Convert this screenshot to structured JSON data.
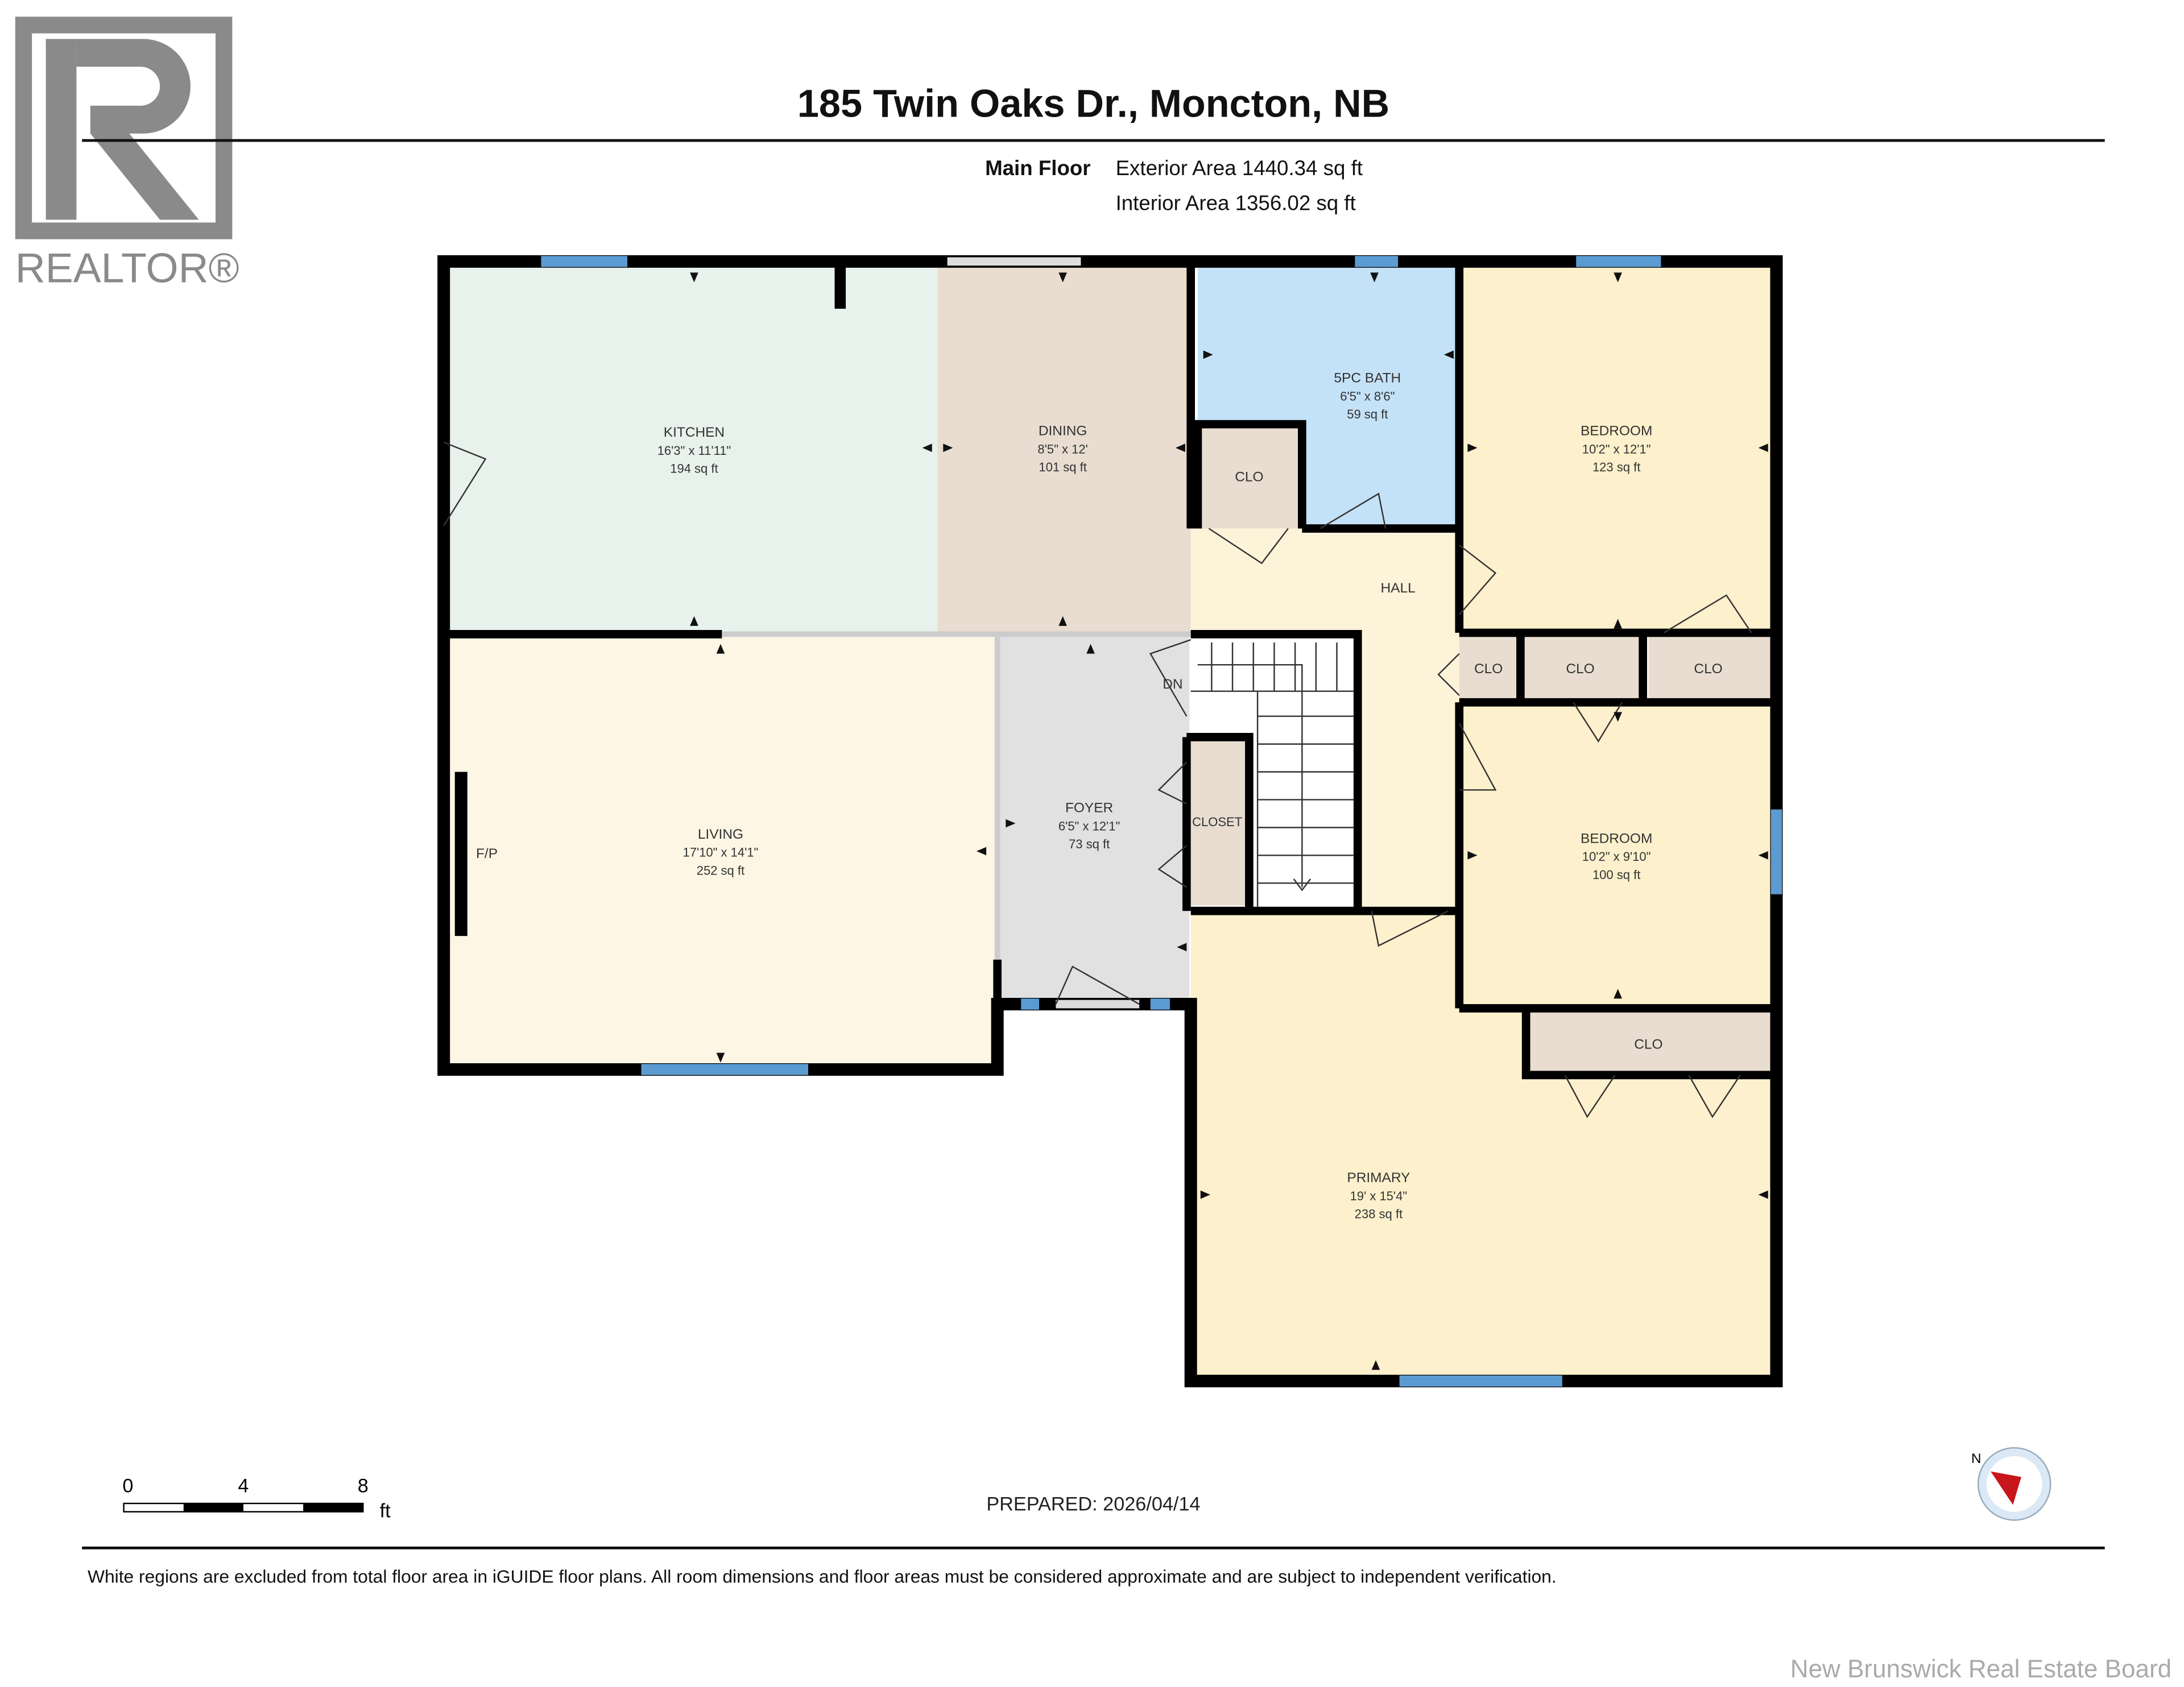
{
  "header": {
    "title": "185 Twin Oaks Dr., Moncton, NB",
    "floor_label": "Main Floor",
    "exterior_area": "Exterior Area 1440.34 sq ft",
    "interior_area": "Interior Area 1356.02 sq ft"
  },
  "logo": {
    "text": "REALTOR®"
  },
  "rooms": {
    "kitchen": {
      "name": "KITCHEN",
      "dims": "16'3\" x 11'11\"",
      "area": "194 sq ft"
    },
    "dining": {
      "name": "DINING",
      "dims": "8'5\" x 12'",
      "area": "101 sq ft"
    },
    "bath": {
      "name": "5PC BATH",
      "dims": "6'5\" x 8'6\"",
      "area": "59 sq ft"
    },
    "bedroom1": {
      "name": "BEDROOM",
      "dims": "10'2\" x 12'1\"",
      "area": "123 sq ft"
    },
    "hall": {
      "name": "HALL"
    },
    "living": {
      "name": "LIVING",
      "dims": "17'10\" x 14'1\"",
      "area": "252 sq ft"
    },
    "foyer": {
      "name": "FOYER",
      "dims": "6'5\" x 12'1\"",
      "area": "73 sq ft"
    },
    "bedroom2": {
      "name": "BEDROOM",
      "dims": "10'2\" x 9'10\"",
      "area": "100 sq ft"
    },
    "primary": {
      "name": "PRIMARY",
      "dims": "19' x 15'4\"",
      "area": "238 sq ft"
    },
    "closet": {
      "name": "CLOSET"
    },
    "clo": "CLO",
    "fireplace": "F/P",
    "stairs_down": "DN"
  },
  "scale": {
    "ticks": [
      "0",
      "4",
      "8"
    ],
    "unit": "ft"
  },
  "prepared": "PREPARED: 2026/04/14",
  "disclaimer": "White regions are excluded from total floor area in iGUIDE floor plans. All room dimensions and floor areas must be considered approximate and are subject to independent verification.",
  "watermark": "New Brunswick Real Estate Board",
  "colors": {
    "kitchen": "#e8f2ec",
    "dining": "#e8ddd0",
    "bath": "#c4e2f7",
    "bedroom": "#fdf0cc",
    "living": "#fdf6e4",
    "foyer": "#e1e1e1",
    "hall": "#fdf3d9",
    "window": "#5b9bd1"
  }
}
